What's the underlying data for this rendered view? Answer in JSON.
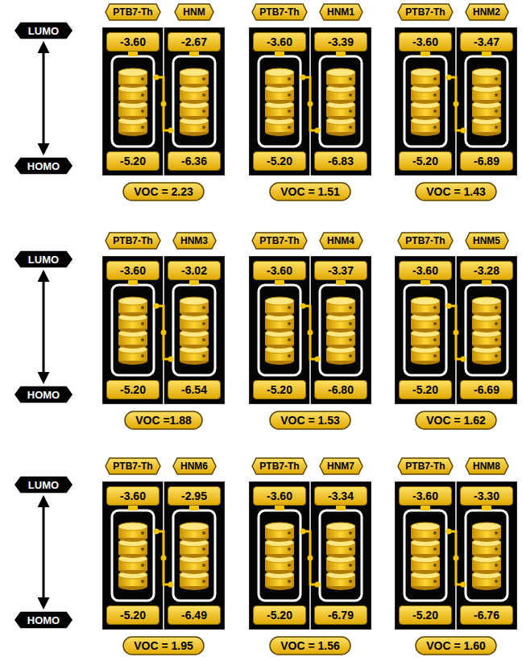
{
  "diagram": {
    "nodes": [
      {
        "text": [
          "LUMO"
        ]
      },
      {
        "text": [
          "PTB7-Th"
        ]
      },
      {
        "text": [
          "HNM"
        ]
      },
      {
        "text": [
          "PTB7-Th"
        ]
      },
      {
        "text": [
          "HNM1"
        ]
      },
      {
        "text": [
          "PTB7-Th"
        ]
      },
      {
        "text": [
          "HNM2"
        ]
      },
      {
        "text": [
          "-3.60"
        ]
      },
      {
        "text": [
          "-2.67"
        ]
      },
      {
        "text": [
          "-3.60"
        ]
      },
      {
        "text": [
          "-3.39"
        ]
      },
      {
        "text": [
          "-3.60"
        ]
      },
      {
        "text": [
          "-3.47"
        ]
      },
      {
        "text": [
          "HOMO"
        ]
      },
      {
        "text": [
          "-5.20"
        ]
      },
      {
        "text": [
          "-6.36"
        ]
      },
      {
        "text": [
          "-5.20"
        ]
      },
      {
        "text": [
          "-6.83"
        ]
      },
      {
        "text": [
          "-5.20"
        ]
      },
      {
        "text": [
          "-6.89"
        ]
      },
      {
        "text": [
          "VOC = 2.23"
        ]
      },
      {
        "text": [
          "VOC = 1.51"
        ]
      },
      {
        "text": [
          "VOC = 1.43"
        ]
      },
      {
        "text": [
          "LUMO"
        ]
      },
      {
        "text": [
          "PTB7-Th"
        ]
      },
      {
        "text": [
          "HNM3"
        ]
      },
      {
        "text": [
          "PTB7-Th"
        ]
      },
      {
        "text": [
          "HNM4"
        ]
      },
      {
        "text": [
          "PTB7-Th"
        ]
      },
      {
        "text": [
          "HNM5"
        ]
      },
      {
        "text": [
          "-3.60"
        ]
      },
      {
        "text": [
          "-3.02"
        ]
      },
      {
        "text": [
          "-3.60"
        ]
      },
      {
        "text": [
          "-3.37"
        ]
      },
      {
        "text": [
          "-3.60"
        ]
      },
      {
        "text": [
          "-3.28"
        ]
      },
      {
        "text": [
          "HOMO"
        ]
      },
      {
        "text": [
          "-5.20"
        ]
      },
      {
        "text": [
          "-6.54"
        ]
      },
      {
        "text": [
          "-5.20"
        ]
      },
      {
        "text": [
          "-6.80"
        ]
      },
      {
        "text": [
          "-5.20"
        ]
      },
      {
        "text": [
          "-6.69"
        ]
      },
      {
        "text": [
          "VOC =1.88"
        ]
      },
      {
        "text": [
          "VOC = 1.53"
        ]
      },
      {
        "text": [
          "VOC = 1.62"
        ]
      },
      {
        "text": [
          "LUMO"
        ]
      },
      {
        "text": [
          "PTB7-Th"
        ]
      },
      {
        "text": [
          "HNM6"
        ]
      },
      {
        "text": [
          "PTB7-Th"
        ]
      },
      {
        "text": [
          "HNM7"
        ]
      },
      {
        "text": [
          "PTB7-Th"
        ]
      },
      {
        "text": [
          "HNM8"
        ]
      },
      {
        "text": [
          "-3.60"
        ]
      },
      {
        "text": [
          "-2.95"
        ]
      },
      {
        "text": [
          "-3.60"
        ]
      },
      {
        "text": [
          "-3.34"
        ]
      },
      {
        "text": [
          "-3.60"
        ]
      },
      {
        "text": [
          "-3.30"
        ]
      },
      {
        "text": [
          "HOMO"
        ]
      },
      {
        "text": [
          "-5.20"
        ]
      },
      {
        "text": [
          "-6.49"
        ]
      },
      {
        "text": [
          "-5.20"
        ]
      },
      {
        "text": [
          "-6.79"
        ]
      },
      {
        "text": [
          "-5.20"
        ]
      },
      {
        "text": [
          "-6.76"
        ]
      },
      {
        "text": [
          "VOC = 1.95"
        ]
      },
      {
        "text": [
          "VOC = 1.56"
        ]
      },
      {
        "text": [
          "VOC = 1.60"
        ]
      }
    ],
    "edges": [
      {
        "from": 0,
        "to": 13,
        "arrow": "both"
      },
      {
        "from": 23,
        "to": 36,
        "arrow": "both"
      },
      {
        "from": 46,
        "to": 59,
        "arrow": "both"
      }
    ]
  }
}
